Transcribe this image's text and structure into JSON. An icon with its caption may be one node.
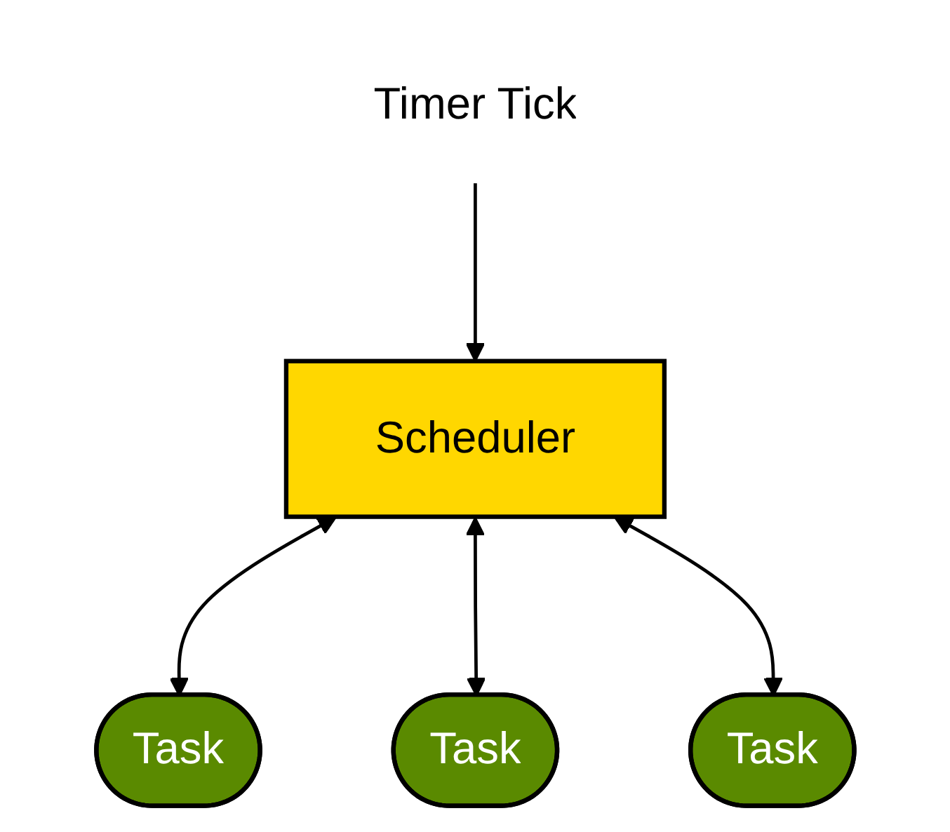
{
  "diagram": {
    "nodes": [
      {
        "text": [
          "Timer Tick"
        ]
      },
      {
        "text": [
          "Scheduler"
        ]
      },
      {
        "text": [
          "Task"
        ]
      },
      {
        "text": [
          "Task"
        ]
      },
      {
        "text": [
          "Task"
        ]
      }
    ],
    "edges": [
      {
        "from": 0,
        "to": 1,
        "arrow": "to"
      },
      {
        "from": 1,
        "to": 2,
        "arrow": "both"
      },
      {
        "from": 1,
        "to": 3,
        "arrow": "both"
      },
      {
        "from": 1,
        "to": 4,
        "arrow": "both"
      }
    ]
  }
}
